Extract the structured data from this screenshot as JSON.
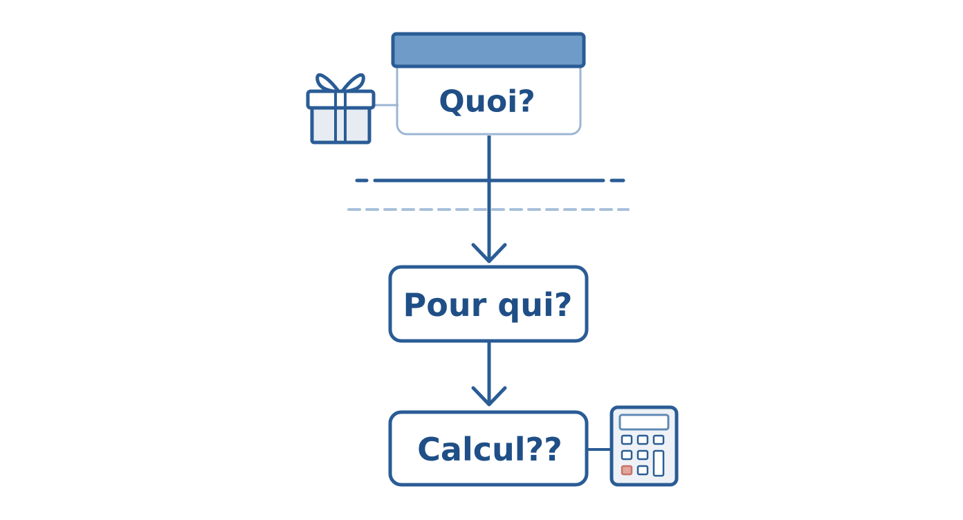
{
  "colors": {
    "primary": "#2a5c95",
    "text": "#1f4f86",
    "header_fill": "#6f9bc8",
    "soft_border": "#9bb6d3",
    "dashed_light": "#a8c0da",
    "icon_fill": "#e6ecf2",
    "accent_red": "#c9746a"
  },
  "nodes": {
    "quoi": {
      "label": "Quoi?"
    },
    "pour_qui": {
      "label": "Pour qui?"
    },
    "calcul": {
      "label": "Calcul??"
    }
  },
  "icons": {
    "gift": "gift-icon",
    "calculator": "calculator-icon"
  }
}
